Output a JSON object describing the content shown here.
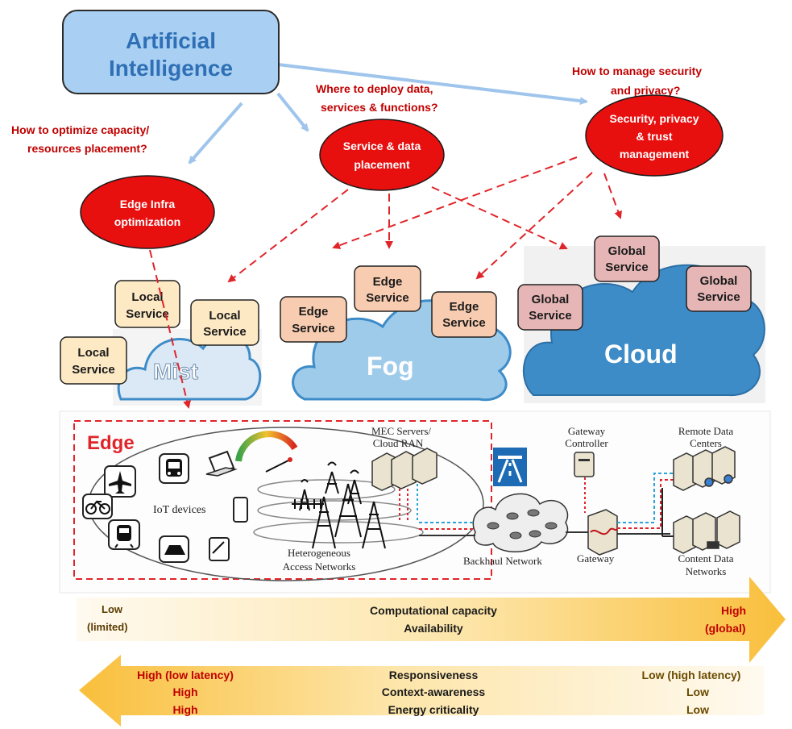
{
  "ai_box": {
    "line1": "Artificial",
    "line2": "Intelligence"
  },
  "questions": {
    "capacity": {
      "line1": "How to optimize capacity/",
      "line2": "resources placement?"
    },
    "deploy": {
      "line1": "Where to deploy data,",
      "line2": "services & functions?"
    },
    "security": {
      "line1": "How to manage security",
      "line2": "and privacy?"
    }
  },
  "ellipses": {
    "edge_infra": {
      "line1": "Edge Infra",
      "line2": "optimization"
    },
    "service_data": {
      "line1": "Service & data",
      "line2": "placement"
    },
    "security_mgmt": {
      "line1": "Security, privacy",
      "line2": "& trust",
      "line3": "management"
    }
  },
  "clouds": {
    "mist": "Mist",
    "fog": "Fog",
    "cloud": "Cloud"
  },
  "service_tags": {
    "local": {
      "line1": "Local",
      "line2": "Service"
    },
    "edge": {
      "line1": "Edge",
      "line2": "Service"
    },
    "global": {
      "line1": "Global",
      "line2": "Service"
    }
  },
  "network": {
    "edge_title": "Edge",
    "mec_line1": "MEC Servers/",
    "mec_line2": "Cloud RAN",
    "iot": "IoT devices",
    "hetero_line1": "Heterogeneous",
    "hetero_line2": "Access Networks",
    "backhaul": "Backhaul Network",
    "gw_ctrl_line1": "Gateway",
    "gw_ctrl_line2": "Controller",
    "gateway": "Gateway",
    "remote_line1": "Remote Data",
    "remote_line2": "Centers",
    "content_line1": "Content Data",
    "content_line2": "Networks"
  },
  "arrow_right": {
    "left_line1": "Low",
    "left_line2": "(limited)",
    "center_line1": "Computational capacity",
    "center_line2": "Availability",
    "right_line1": "High",
    "right_line2": "(global)"
  },
  "arrow_left": {
    "rows": [
      {
        "left": "High (low latency)",
        "center": "Responsiveness",
        "right": "Low (high latency)"
      },
      {
        "left": "High",
        "center": "Context-awareness",
        "right": "Low"
      },
      {
        "left": "High",
        "center": "Energy criticality",
        "right": "Low"
      }
    ]
  },
  "colors": {
    "ai_fill": "#a9d0f2",
    "ai_text": "#2f6fb5",
    "question_text": "#c00000",
    "ellipse_fill": "#e80f0f",
    "arrow_blue": "#9fc5ec",
    "dashed_red": "#e0252a",
    "tag_local": "#fde9c4",
    "tag_edge": "#f8ccb0",
    "tag_global": "#e6b6b6",
    "cloud_mist": "#dbe9f6",
    "cloud_fog": "#9fcbeb",
    "cloud_main": "#3d8cc8"
  }
}
